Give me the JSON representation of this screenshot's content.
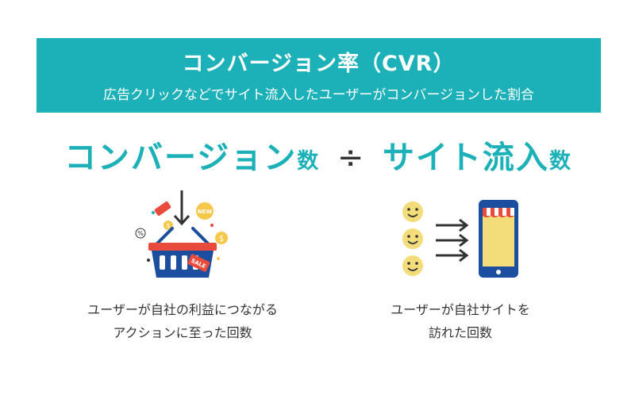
{
  "banner": {
    "title": "コンバージョン率（CVR）",
    "subtitle": "広告クリックなどでサイト流入したユーザーがコンバージョンした割合",
    "color": "#1cb0b8"
  },
  "formula": {
    "numerator_main": "コンバージョン",
    "numerator_suffix": "数",
    "operator": "÷",
    "denominator_main": "サイト流入",
    "denominator_suffix": "数"
  },
  "left_item": {
    "icon": "shopping-basket-icon",
    "tag_new": "NEW",
    "tag_sale": "SALE",
    "dollar": "$",
    "percent": "%",
    "line1": "ユーザーが自社の利益につながる",
    "line2": "アクションに至った回数"
  },
  "right_item": {
    "icon": "users-to-smartphone-icon",
    "line1": "ユーザーが自社サイトを",
    "line2": "訪れた回数"
  }
}
